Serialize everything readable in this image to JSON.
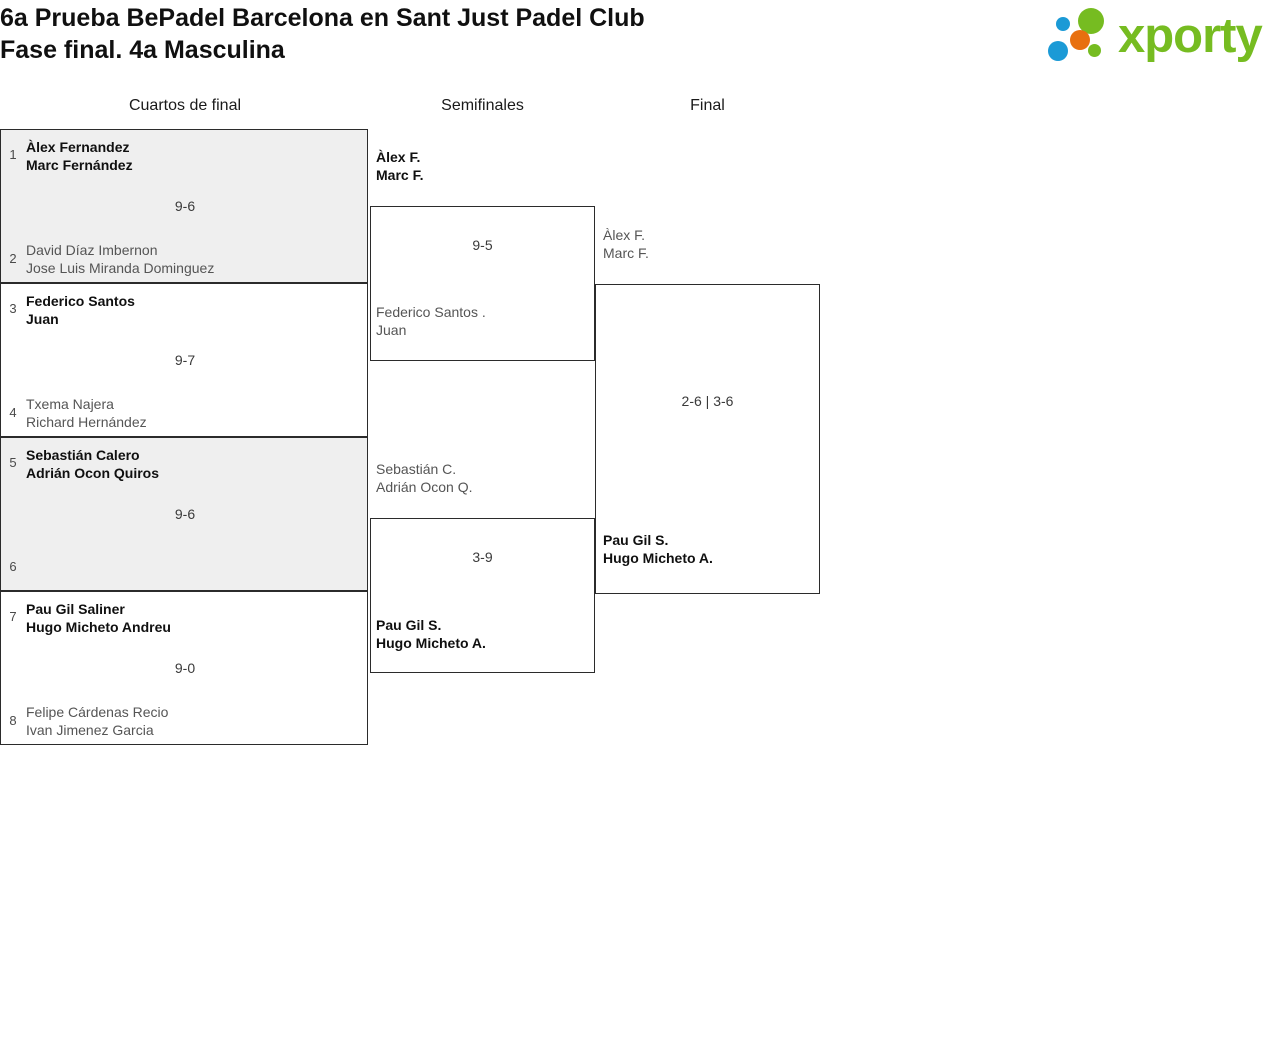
{
  "header": {
    "title_line1": "6a Prueba BePadel Barcelona en Sant Just Padel Club",
    "title_line2": "Fase final. 4a Masculina",
    "logo_text": "xporty",
    "logo_colors": {
      "green": "#76bc21",
      "blue": "#1b9ad6",
      "orange": "#e8700f"
    }
  },
  "rounds": [
    {
      "label": "Cuartos de final"
    },
    {
      "label": "Semifinales"
    },
    {
      "label": "Final"
    }
  ],
  "quarterfinals": [
    {
      "shaded": true,
      "seed_top": "1",
      "seed_bottom": "2",
      "top": {
        "line1": "Àlex Fernandez",
        "line2": "Marc Fernández",
        "winner": true
      },
      "bottom": {
        "line1": "David Díaz Imbernon",
        "line2": "Jose Luis Miranda Dominguez",
        "winner": false
      },
      "score": "9-6"
    },
    {
      "shaded": false,
      "seed_top": "3",
      "seed_bottom": "4",
      "top": {
        "line1": "Federico Santos",
        "line2": "Juan",
        "winner": true
      },
      "bottom": {
        "line1": "Txema Najera",
        "line2": "Richard Hernández",
        "winner": false
      },
      "score": "9-7"
    },
    {
      "shaded": true,
      "seed_top": "5",
      "seed_bottom": "6",
      "top": {
        "line1": "Sebastián Calero",
        "line2": "Adrián Ocon Quiros",
        "winner": true
      },
      "bottom": {
        "line1": "",
        "line2": "",
        "winner": false
      },
      "score": "9-6"
    },
    {
      "shaded": false,
      "seed_top": "7",
      "seed_bottom": "8",
      "top": {
        "line1": "Pau Gil Saliner",
        "line2": "Hugo Micheto Andreu",
        "winner": true
      },
      "bottom": {
        "line1": "Felipe Cárdenas Recio",
        "line2": "Ivan Jimenez Garcia",
        "winner": false
      },
      "score": "9-0"
    }
  ],
  "semifinals": [
    {
      "top": {
        "line1": "Àlex F.",
        "line2": "Marc F.",
        "winner": true
      },
      "bottom": {
        "line1": "Federico Santos .",
        "line2": "Juan",
        "winner": false
      },
      "score": "9-5"
    },
    {
      "top": {
        "line1": "Sebastián C.",
        "line2": "Adrián Ocon Q.",
        "winner": false
      },
      "bottom": {
        "line1": "Pau Gil S.",
        "line2": "Hugo Micheto A.",
        "winner": true
      },
      "score": "3-9"
    }
  ],
  "final": {
    "top": {
      "line1": "Àlex F.",
      "line2": "Marc F.",
      "winner": false
    },
    "bottom": {
      "line1": "Pau Gil S.",
      "line2": "Hugo Micheto A.",
      "winner": true
    },
    "score": "2-6 | 3-6"
  }
}
